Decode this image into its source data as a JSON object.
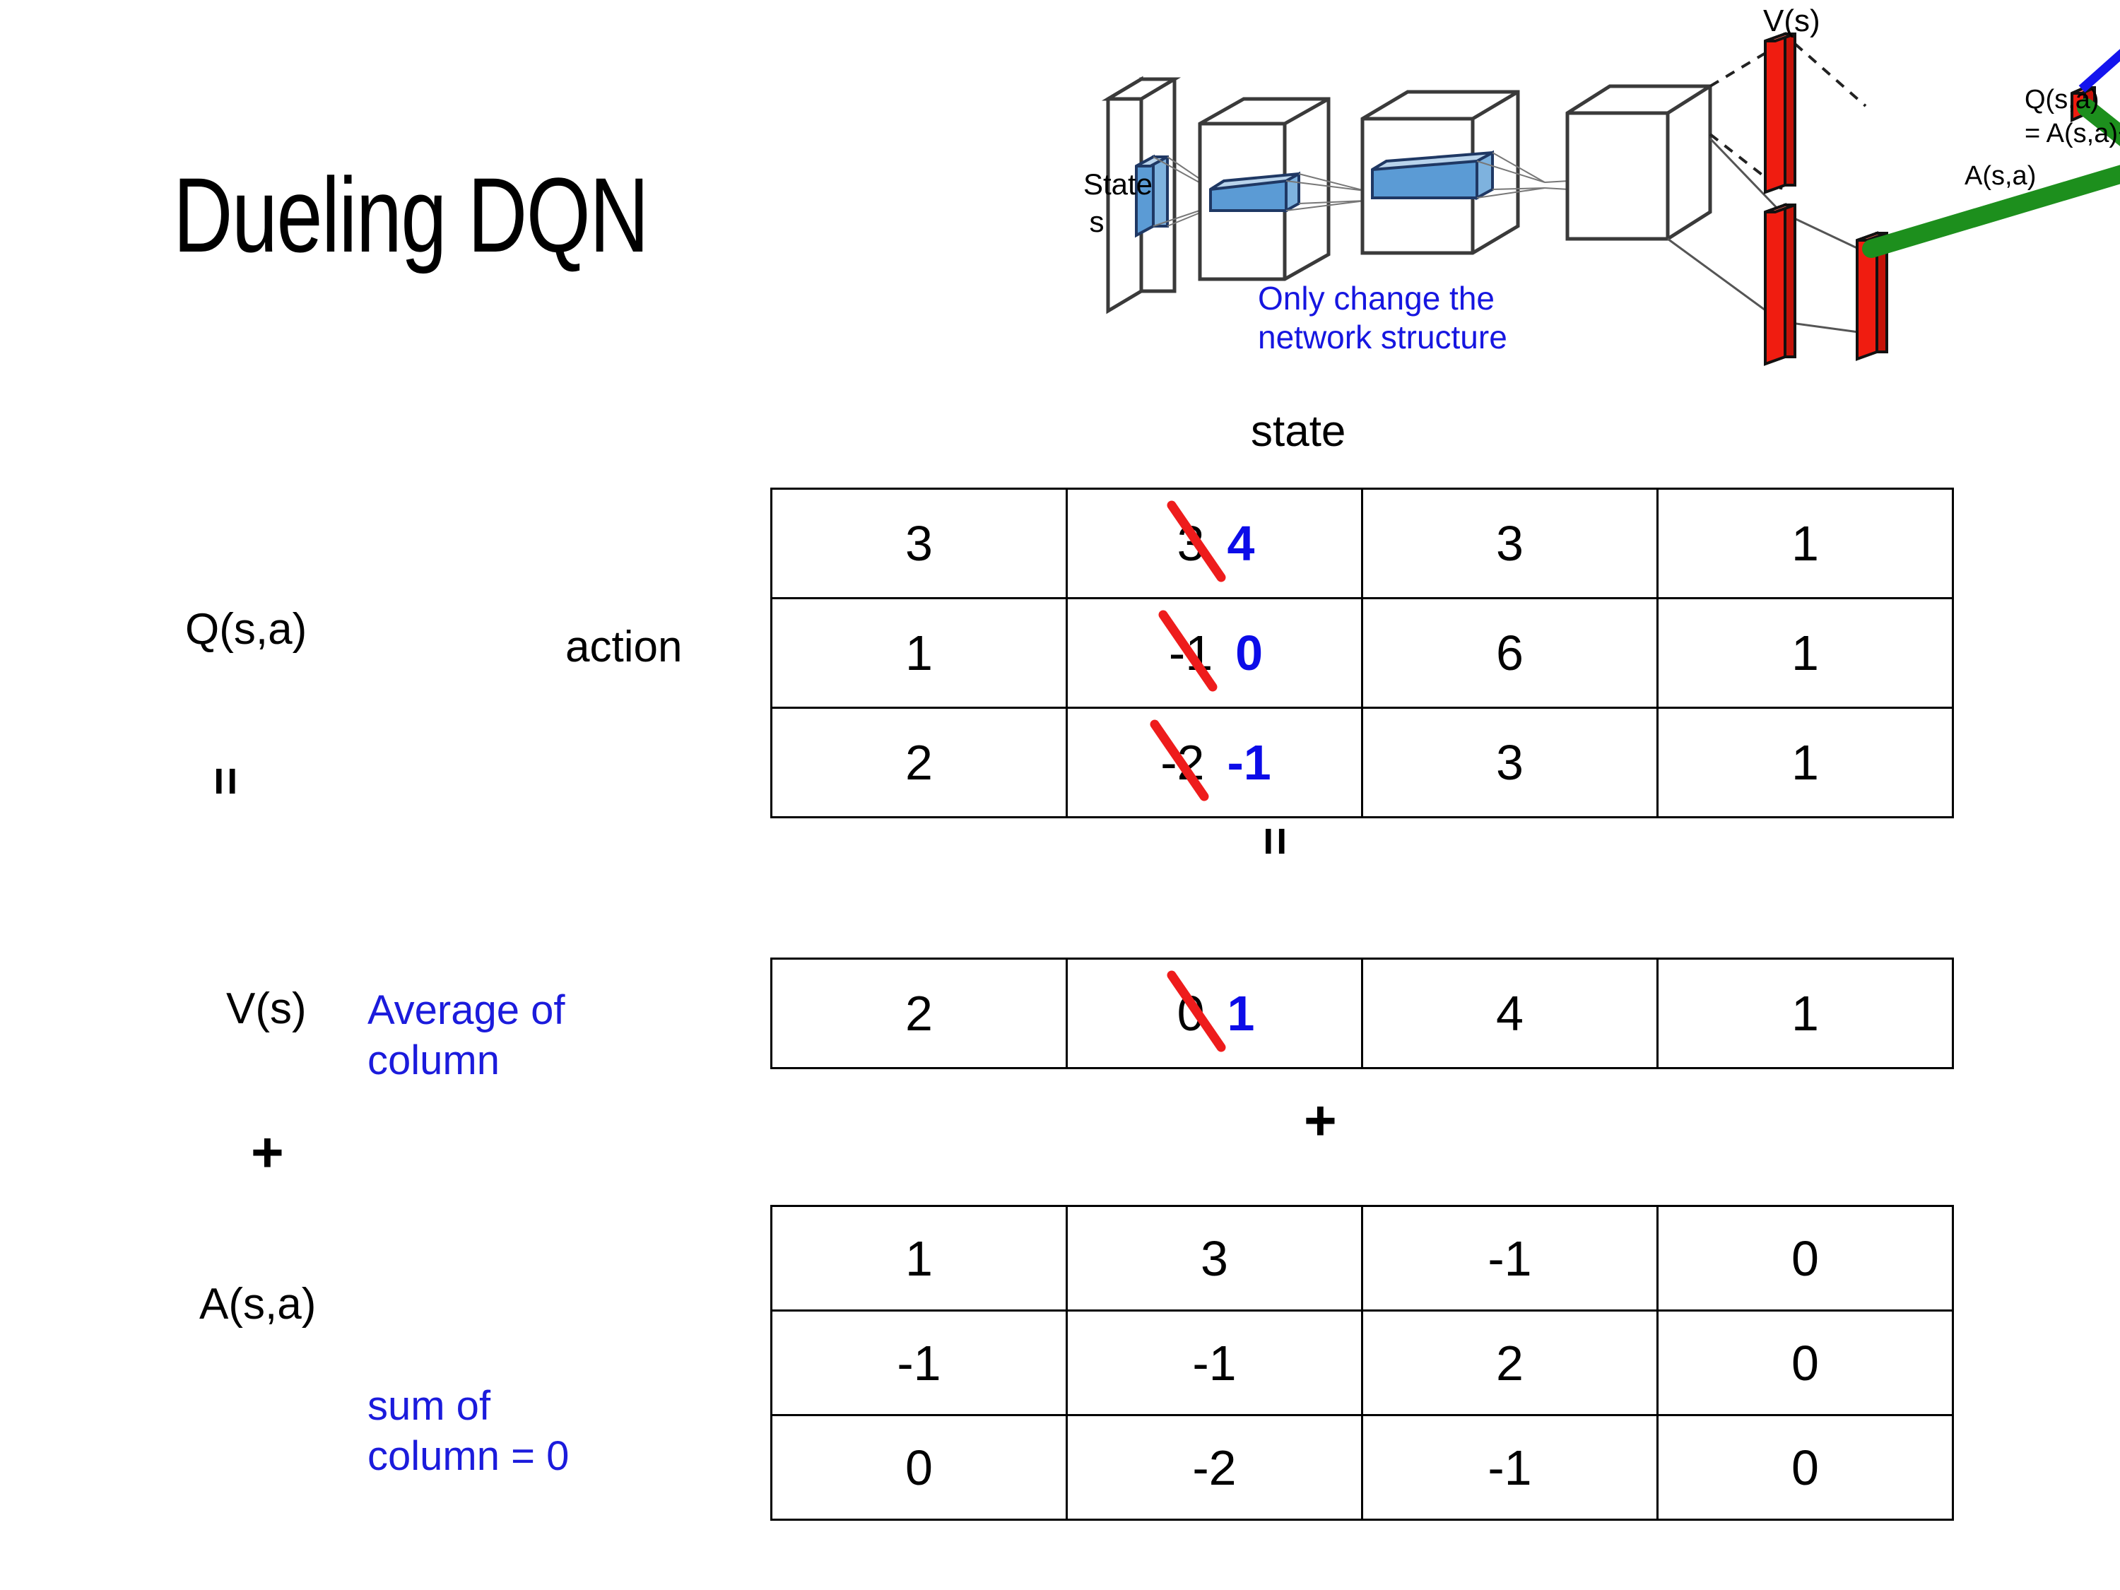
{
  "slide": {
    "title": "Dueling DQN",
    "background": "#ffffff"
  },
  "colors": {
    "blue_text": "#1b1bdc",
    "blue_value": "#0c0ce8",
    "red_strike": "#ee1c1c",
    "green_merge": "#1d8f1d",
    "red_bar": "#f01c10",
    "blue_filter": "#5b9bd5"
  },
  "diagram": {
    "state_label_line1": "State",
    "state_label_line2": "s",
    "note": "Only change the\nnetwork structure",
    "note_line1": "Only change the",
    "note_line2": "network structure",
    "value_label": "V(s)",
    "q_label_line1": "Q(s,a)",
    "q_label_line2": "= A(s,a)+V(s)",
    "advantage_label": "A(s,a)"
  },
  "labels": {
    "q_label": "Q(s,a)",
    "v_label": "V(s)",
    "a_label": "A(s,a)",
    "action_axis": "action",
    "state_axis": "state",
    "equals_1": "=",
    "plus_1": "+",
    "equals_2": "=",
    "plus_2": "+",
    "note_average_line1": "Average of",
    "note_average_line2": "column",
    "note_sum_line1": "sum of",
    "note_sum_line2": "column = 0"
  },
  "chart_data": {
    "type": "table",
    "title": "Dueling DQN: Q(s,a) = V(s) + A(s,a)",
    "tables": [
      {
        "name": "Q(s,a)",
        "row_axis": "action",
        "col_axis": "state",
        "rows": 3,
        "cols": 4,
        "values": [
          [
            "3",
            "3",
            "3",
            "1"
          ],
          [
            "1",
            "-1",
            "6",
            "1"
          ],
          [
            "2",
            "-2",
            "3",
            "1"
          ]
        ],
        "edits": [
          {
            "row": 0,
            "col": 1,
            "old": "3",
            "new": "4"
          },
          {
            "row": 1,
            "col": 1,
            "old": "-1",
            "new": "0"
          },
          {
            "row": 2,
            "col": 1,
            "old": "-2",
            "new": "-1"
          }
        ]
      },
      {
        "name": "V(s)",
        "rows": 1,
        "cols": 4,
        "values": [
          [
            "2",
            "0",
            "4",
            "1"
          ]
        ],
        "edits": [
          {
            "row": 0,
            "col": 1,
            "old": "0",
            "new": "1"
          }
        ]
      },
      {
        "name": "A(s,a)",
        "rows": 3,
        "cols": 4,
        "values": [
          [
            "1",
            "3",
            "-1",
            "0"
          ],
          [
            "-1",
            "-1",
            "2",
            "0"
          ],
          [
            "0",
            "-2",
            "-1",
            "0"
          ]
        ],
        "edits": []
      }
    ]
  }
}
